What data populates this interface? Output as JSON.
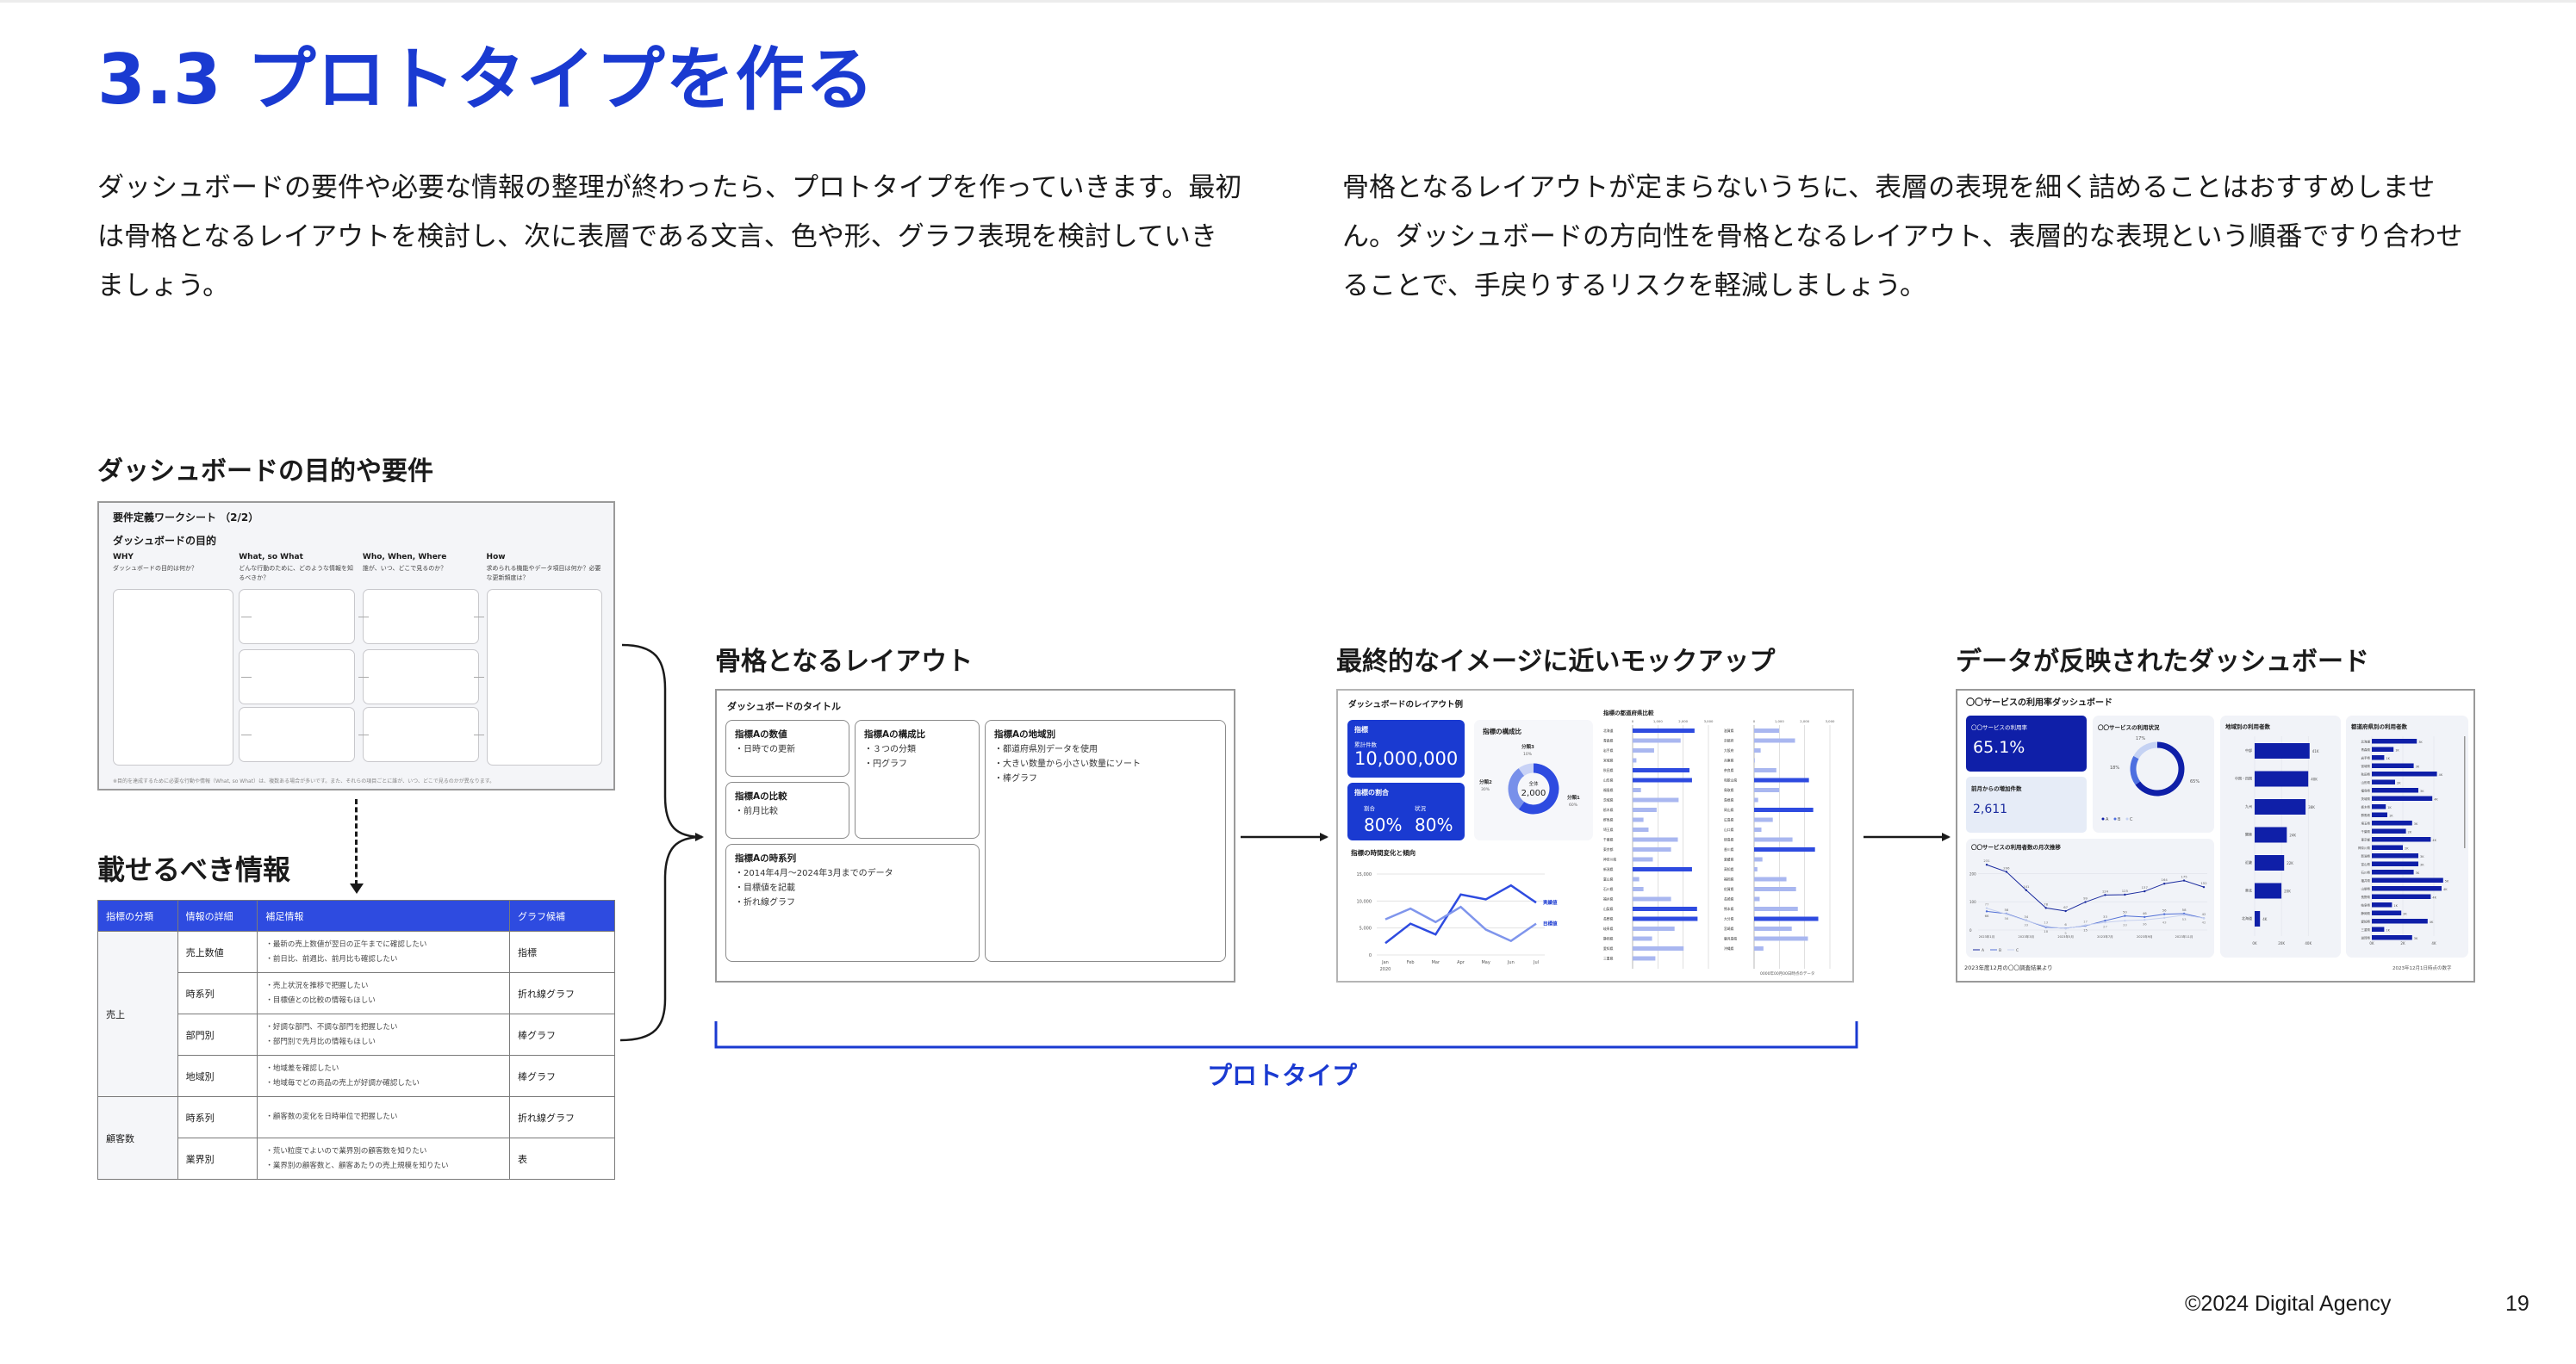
{
  "page": {
    "title": "3.3 プロトタイプを作る",
    "intro_left": "ダッシュボードの要件や必要な情報の整理が終わったら、プロトタイプを作っていきます。最初は骨格となるレイアウトを検討し、次に表層である文言、色や形、グラフ表現を検討していきましょう。",
    "intro_right": "骨格となるレイアウトが定まらないうちに、表層の表現を細く詰めることはおすすめしません。ダッシュボードの方向性を骨格となるレイアウト、表層的な表現という順番ですり合わせることで、手戻りするリスクを軽減しましょう。",
    "footer": "©2024 Digital Agency",
    "page_number": "19",
    "accent_color": "#1a3ad1"
  },
  "requirements": {
    "heading": "ダッシュボードの目的や要件",
    "worksheet": {
      "title": "要件定義ワークシート （2/2）",
      "subtitle": "ダッシュボードの目的",
      "columns": [
        {
          "head": "WHY",
          "desc": "ダッシュボードの目的は何か？"
        },
        {
          "head": "What, so What",
          "desc": "どんな行動のために、どのような情報を知るべきか？"
        },
        {
          "head": "Who, When, Where",
          "desc": "誰が、いつ、どこで見るのか？"
        },
        {
          "head": "How",
          "desc": "求められる機能やデータ項目は何か？必要な更新頻度は？"
        }
      ],
      "note": "※目的を達成するために必要な行動や情報（What, so What）は、複数ある場合が多いです。また、それらの項目ごとに誰が、いつ、どこで見るのかが異なります。"
    }
  },
  "info": {
    "heading": "載せるべき情報",
    "headers": [
      "指標の分類",
      "情報の詳細",
      "補足情報",
      "グラフ候補"
    ],
    "groups": [
      {
        "category": "売上",
        "rows": [
          {
            "detail": "売上数値",
            "notes": [
              "最新の売上数値が翌日の正午までに確認したい",
              "前日比、前週比、前月比も確認したい"
            ],
            "graph": "指標"
          },
          {
            "detail": "時系列",
            "notes": [
              "売上状況を推移で把握したい",
              "目標値との比較の情報もほしい"
            ],
            "graph": "折れ線グラフ"
          },
          {
            "detail": "部門別",
            "notes": [
              "好調な部門、不調な部門を把握したい",
              "部門別で先月比の情報もほしい"
            ],
            "graph": "棒グラフ"
          },
          {
            "detail": "地域別",
            "notes": [
              "地域差を確認したい",
              "地域毎でどの商品の売上が好調か確認したい"
            ],
            "graph": "棒グラフ"
          }
        ]
      },
      {
        "category": "顧客数",
        "rows": [
          {
            "detail": "時系列",
            "notes": [
              "顧客数の変化を日時単位で把握したい"
            ],
            "graph": "折れ線グラフ"
          },
          {
            "detail": "業界別",
            "notes": [
              "荒い粒度でよいので業界別の顧客数を知りたい",
              "業界別の顧客数と、顧客あたりの売上規模を知りたい"
            ],
            "graph": "表"
          }
        ]
      }
    ]
  },
  "layout": {
    "heading": "骨格となるレイアウト",
    "title": "ダッシュボードのタイトル",
    "cards": [
      {
        "head": "指標Aの数値",
        "items": [
          "日時での更新"
        ]
      },
      {
        "head": "指標Aの比較",
        "items": [
          "前月比較"
        ]
      },
      {
        "head": "指標Aの構成比",
        "items": [
          "３つの分類",
          "円グラフ"
        ]
      },
      {
        "head": "指標Aの地域別",
        "items": [
          "都道府県別データを使用",
          "大きい数量から小さい数量にソート",
          "棒グラフ"
        ]
      },
      {
        "head": "指標Aの時系列",
        "items": [
          "2014年4月〜2024年3月までのデータ",
          "目標値を記載",
          "折れ線グラフ"
        ]
      }
    ]
  },
  "mockup": {
    "heading": "最終的なイメージに近いモックアップ",
    "title": "ダッシュボードのレイアウト例",
    "kpi1": {
      "title": "指標",
      "label": "累計件数",
      "value": "10,000,000"
    },
    "kpi2": {
      "title": "指標の割合",
      "labels": [
        "割合",
        "状況"
      ],
      "values": [
        "80%",
        "80%"
      ]
    },
    "donut": {
      "title": "指標の構成比",
      "center_label": "全体",
      "center_value": "2,000",
      "slices": [
        {
          "name": "分類1",
          "pct": "60%",
          "value": 60,
          "color": "#2e4be0"
        },
        {
          "name": "分類2",
          "pct": "30%",
          "value": 30,
          "color": "#7890ea"
        },
        {
          "name": "分類3",
          "pct": "10%",
          "value": 10,
          "color": "#c8d2f6"
        }
      ]
    },
    "line": {
      "title": "指標の時間変化と傾向",
      "x": [
        "Jan",
        "Feb",
        "Mar",
        "Apr",
        "May",
        "Jun",
        "Jul"
      ],
      "x_sub": "2020",
      "y_ticks": [
        "15,000",
        "10,000",
        "5,000",
        "0"
      ],
      "ymax": 15000,
      "series": [
        {
          "name": "実績値",
          "values": [
            2200,
            5800,
            3800,
            11200,
            10300,
            12900,
            9700
          ],
          "color": "#2e4be0"
        },
        {
          "name": "目標値",
          "values": [
            6600,
            8600,
            6100,
            8900,
            4700,
            2600,
            5800
          ],
          "color": "#7f95ec"
        }
      ]
    },
    "bars": {
      "title": "指標の都道府県比較",
      "ticks": [
        "0",
        "1,000",
        "2,000",
        "3,000"
      ],
      "max": 3000,
      "left": [
        [
          "北海道",
          2450,
          1
        ],
        [
          "青森県",
          1900,
          0
        ],
        [
          "岩手県",
          850,
          0
        ],
        [
          "宮城県",
          150,
          0
        ],
        [
          "秋田県",
          2250,
          1
        ],
        [
          "山形県",
          2350,
          1
        ],
        [
          "福島県",
          330,
          0
        ],
        [
          "茨城県",
          1820,
          0
        ],
        [
          "栃木県",
          950,
          0
        ],
        [
          "群馬県",
          430,
          0
        ],
        [
          "埼玉県",
          630,
          0
        ],
        [
          "千葉県",
          1790,
          0
        ],
        [
          "東京都",
          1520,
          0
        ],
        [
          "神奈川県",
          800,
          0
        ],
        [
          "新潟県",
          2350,
          1
        ],
        [
          "富山県",
          260,
          0
        ],
        [
          "石川県",
          430,
          0
        ],
        [
          "福井県",
          1520,
          0
        ],
        [
          "山梨県",
          2550,
          1
        ],
        [
          "長野県",
          2570,
          1
        ],
        [
          "岐阜県",
          1660,
          0
        ],
        [
          "静岡県",
          770,
          0
        ],
        [
          "愛知県",
          2020,
          0
        ],
        [
          "三重県",
          900,
          0
        ]
      ],
      "right": [
        [
          "滋賀県",
          990,
          0
        ],
        [
          "京都府",
          1620,
          0
        ],
        [
          "大阪府",
          260,
          0
        ],
        [
          "兵庫県",
          30,
          0
        ],
        [
          "奈良県",
          880,
          0
        ],
        [
          "和歌山県",
          2170,
          1
        ],
        [
          "鳥取県",
          1000,
          0
        ],
        [
          "島根県",
          160,
          0
        ],
        [
          "岡山県",
          2340,
          1
        ],
        [
          "広島県",
          740,
          0
        ],
        [
          "山口県",
          290,
          0
        ],
        [
          "徳島県",
          1520,
          0
        ],
        [
          "香川県",
          2410,
          1
        ],
        [
          "愛媛県",
          330,
          0
        ],
        [
          "高知県",
          130,
          0
        ],
        [
          "福岡県",
          1280,
          0
        ],
        [
          "佐賀県",
          1660,
          0
        ],
        [
          "長崎県",
          220,
          0
        ],
        [
          "熊本県",
          1730,
          0
        ],
        [
          "大分県",
          2540,
          1
        ],
        [
          "宮崎県",
          1490,
          0
        ],
        [
          "鹿児島県",
          2130,
          0
        ],
        [
          "沖縄県",
          370,
          0
        ]
      ],
      "note": "0000年00月00日時点のデータ"
    }
  },
  "final": {
    "heading": "データが反映されたダッシュボード",
    "title": "〇〇サービスの利用率ダッシュボード",
    "kpi1": {
      "label": "〇〇サービスの利用率",
      "value": "65.1%"
    },
    "kpi2": {
      "label": "前月からの増加件数",
      "value": "2,611"
    },
    "donut": {
      "title": "〇〇サービスの利用状況",
      "slices": [
        {
          "name": "A",
          "pct": "65%",
          "value": 65,
          "color": "#0f1fa8"
        },
        {
          "name": "B",
          "pct": "18%",
          "value": 18,
          "color": "#4d6fe0"
        },
        {
          "name": "C",
          "pct": "17%",
          "value": 17,
          "color": "#c5d2f3"
        }
      ]
    },
    "line": {
      "title": "〇〇サービスの利用者数の月次推移",
      "x_labels": [
        "2023年1月",
        "2023年3月",
        "2023年5月",
        "2023年7月",
        "2023年9月",
        "2023年11月"
      ],
      "y_ticks": [
        "200",
        "100",
        "0"
      ],
      "ymax": 250,
      "series": [
        {
          "name": "A",
          "values": [
            231,
            206,
            141,
            78,
            67,
            99,
            124,
            125,
            137,
            164,
            175,
            152
          ],
          "color": "#1a2a9e"
        },
        {
          "name": "B",
          "values": [
            66,
            58,
            34,
            10,
            6,
            15,
            33,
            50,
            46,
            56,
            58,
            42
          ],
          "color": "#5270d6"
        },
        {
          "name": "C",
          "values": [
            77,
            56,
            33,
            13,
            5,
            17,
            27,
            33,
            36,
            43,
            53,
            42
          ],
          "color": "#c7d1ef"
        }
      ]
    },
    "region": {
      "title": "地域別の利用者数",
      "ticks": [
        "0K",
        "20K",
        "40K"
      ],
      "max": 45,
      "items": [
        [
          "中部",
          41,
          "41K"
        ],
        [
          "中国・四国",
          40,
          "40K"
        ],
        [
          "九州",
          38,
          "38K"
        ],
        [
          "関東",
          24,
          "24K"
        ],
        [
          "近畿",
          22,
          "22K"
        ],
        [
          "東北",
          20,
          "20K"
        ],
        [
          "北海道",
          4,
          "4K"
        ]
      ]
    },
    "pref": {
      "title": "都道府県別の利用者数",
      "ticks": [
        "0K",
        "2K",
        "4K"
      ],
      "max": 5,
      "items": [
        [
          "北海道",
          2.9,
          "3K"
        ],
        [
          "青森県",
          1.4,
          "1K"
        ],
        [
          "岩手県",
          0.8,
          "1K"
        ],
        [
          "宮城県",
          2.7,
          "3K"
        ],
        [
          "秋田県",
          4.2,
          "4K"
        ],
        [
          "山形県",
          1.5,
          "2K"
        ],
        [
          "福島県",
          3.0,
          "3K"
        ],
        [
          "茨城県",
          3.9,
          "4K"
        ],
        [
          "栃木県",
          0.9,
          "1K"
        ],
        [
          "群馬県",
          1.0,
          "1K"
        ],
        [
          "埼玉県",
          2.6,
          "3K"
        ],
        [
          "千葉県",
          2.2,
          "2K"
        ],
        [
          "東京都",
          3.8,
          "4K"
        ],
        [
          "神奈川県",
          2.0,
          "2K"
        ],
        [
          "新潟県",
          3.0,
          "3K"
        ],
        [
          "富山県",
          3.0,
          "3K"
        ],
        [
          "石川県",
          2.7,
          "3K"
        ],
        [
          "福井県",
          4.6,
          "5K"
        ],
        [
          "山梨県",
          4.5,
          "4K"
        ],
        [
          "長野県",
          3.8,
          "4K"
        ],
        [
          "岐阜県",
          1.3,
          "1K"
        ],
        [
          "静岡県",
          1.9,
          "2K"
        ],
        [
          "愛知県",
          3.6,
          "4K"
        ],
        [
          "三重県",
          0.8,
          "1K"
        ],
        [
          "滋賀県",
          2.6,
          "3K"
        ]
      ]
    },
    "source_note": "2023年度12月の〇〇調査結果より",
    "date_note": "2023年12月1日時点の数字"
  },
  "bracket_label": "プロトタイプ"
}
